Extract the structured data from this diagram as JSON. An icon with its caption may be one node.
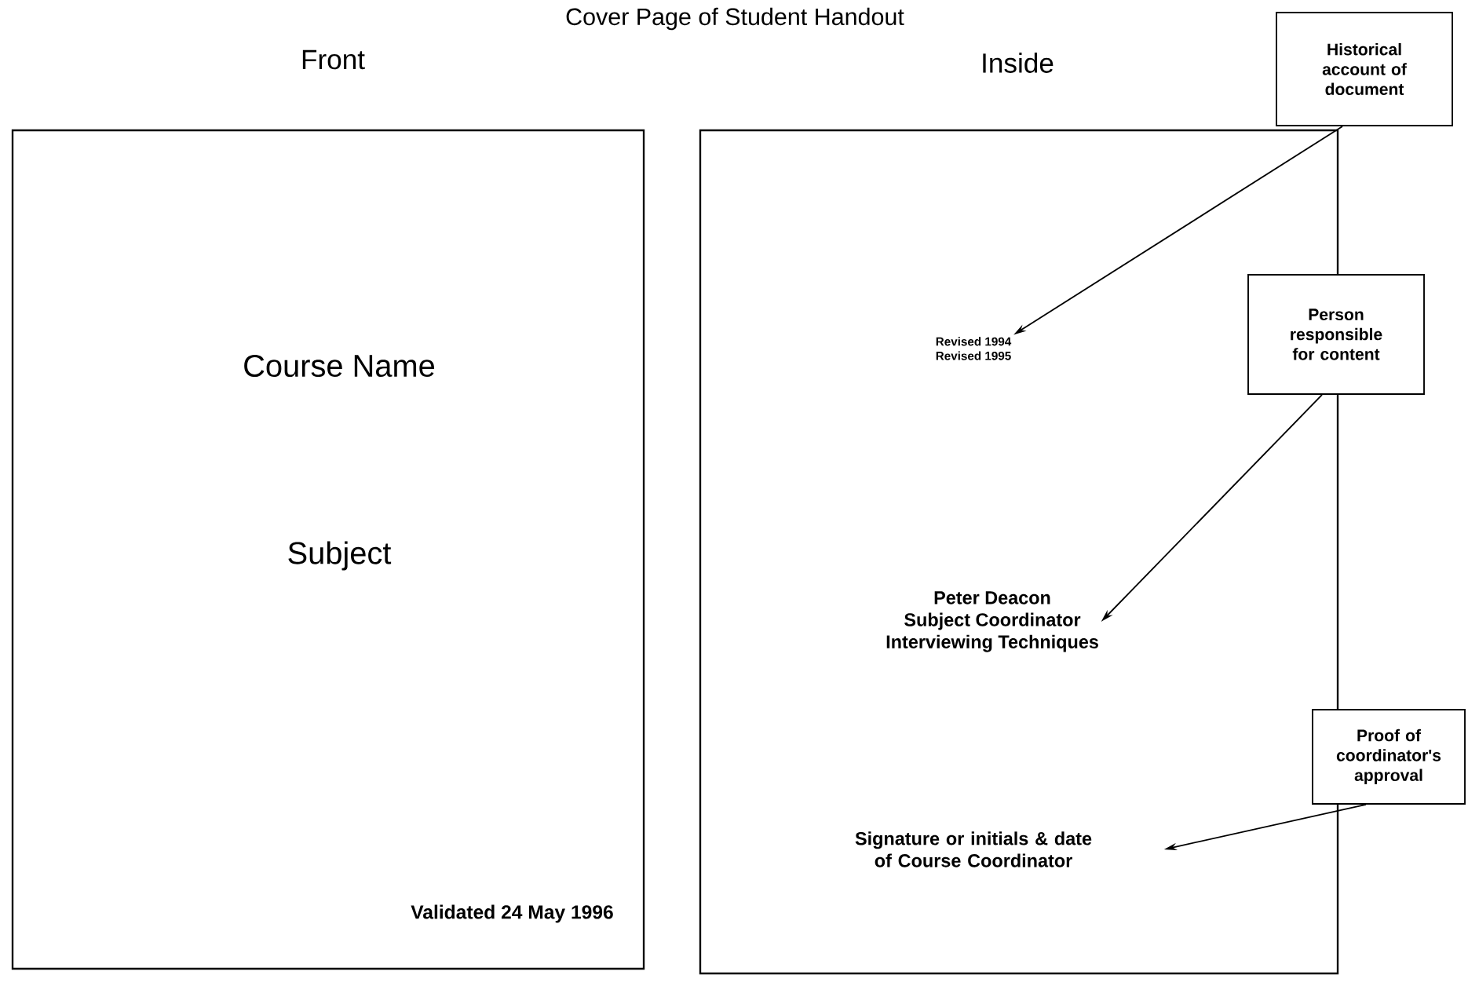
{
  "diagram": {
    "title": "Cover Page of Student Handout",
    "nodes": [
      {
        "text": [
          "Front",
          "Course Name",
          "Subject",
          "Validated 24 May 1996"
        ]
      },
      {
        "text": [
          "Inside"
        ]
      },
      {
        "text": [
          "Revised 1994",
          "Revised 1995"
        ],
        "in": 1
      },
      {
        "text": [
          "Peter Deacon",
          "Subject Coordinator",
          "Interviewing Techniques"
        ],
        "in": 1
      },
      {
        "text": [
          "Signature or initials & date of Course Coordinator"
        ],
        "in": 1
      },
      {
        "text": [
          "Historical account of document"
        ]
      },
      {
        "text": [
          "Person responsible for content"
        ]
      },
      {
        "text": [
          "Proof of coordinator's approval"
        ]
      }
    ],
    "edges": [
      {
        "from": 5,
        "to": 2,
        "arrow": "to"
      },
      {
        "from": 6,
        "to": 3,
        "arrow": "to"
      },
      {
        "from": 7,
        "to": 4,
        "arrow": "to"
      }
    ]
  }
}
